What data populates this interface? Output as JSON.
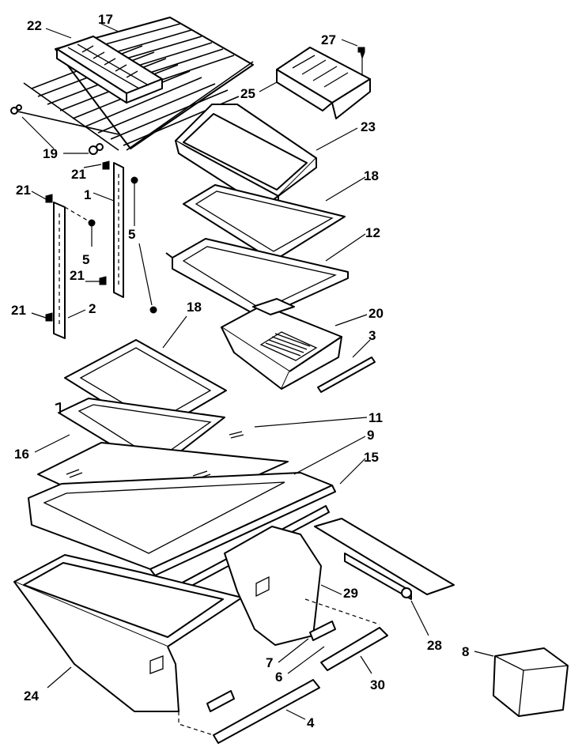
{
  "diagram": {
    "callouts": [
      "22",
      "17",
      "27",
      "25",
      "23",
      "19",
      "21",
      "1",
      "21",
      "5",
      "18",
      "5",
      "12",
      "21",
      "21",
      "2",
      "18",
      "20",
      "3",
      "11",
      "16",
      "9",
      "15",
      "29",
      "28",
      "7",
      "8",
      "6",
      "30",
      "24",
      "4"
    ]
  }
}
